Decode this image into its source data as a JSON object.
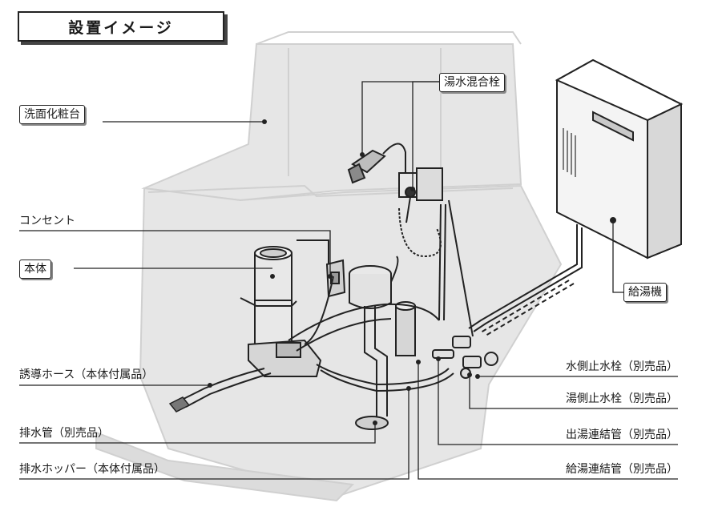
{
  "title": "設置イメージ",
  "labels": {
    "vanity": "洗面化粧台",
    "outlet": "コンセント",
    "main_unit": "本体",
    "induction_hose": "誘導ホース（本体付属品）",
    "drain_pipe": "排水管（別売品）",
    "drain_hopper": "排水ホッパー（本体付属品）",
    "mixing_faucet": "湯水混合栓",
    "water_heater": "給湯機",
    "water_stop_valve": "水側止水栓（別売品）",
    "hot_stop_valve": "湯側止水栓（別売品）",
    "hot_outlet_pipe": "出湯連結管（別売品）",
    "hot_supply_pipe": "給湯連結管（別売品）"
  },
  "colors": {
    "line": "#222222",
    "fill_light": "#e4e4e4",
    "fill_mid": "#cfcfcf",
    "fill_dark": "#9a9a9a"
  }
}
